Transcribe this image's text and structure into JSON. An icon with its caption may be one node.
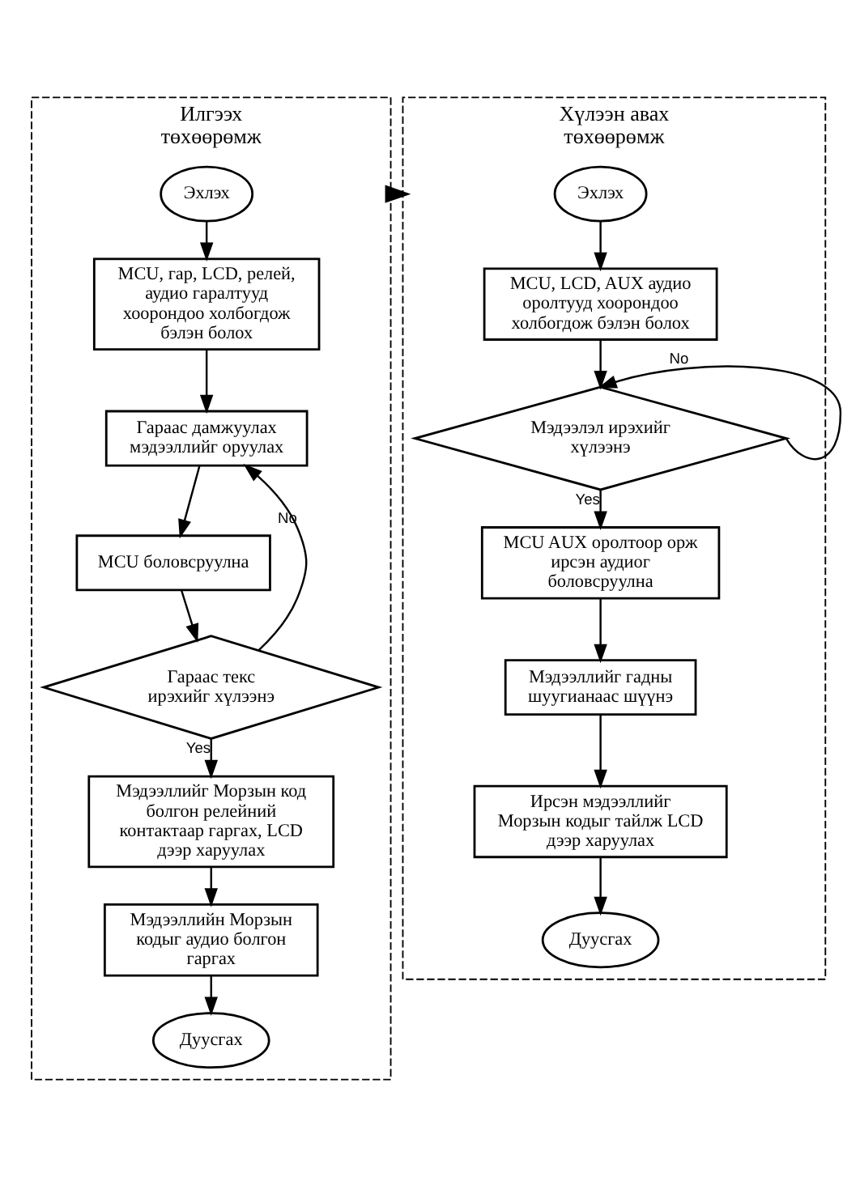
{
  "diagram": {
    "nodes": [
      {
        "text": [
          "Илгээх төхөөрөмж"
        ]
      },
      {
        "text": [
          "Эхлэх"
        ],
        "in": 0
      },
      {
        "text": [
          "MCU, гар, LCD, релей, аудио гаралтууд хоорондоо холбогдож бэлэн болох"
        ],
        "in": 0
      },
      {
        "text": [
          "Гараас дамжуулах мэдээллийг оруулах"
        ],
        "in": 0
      },
      {
        "text": [
          "MCU боловсруулна"
        ],
        "in": 0
      },
      {
        "text": [
          "Гараас текс ирэхийг хүлээнэ"
        ],
        "in": 0
      },
      {
        "text": [
          "Мэдээллийг Морзын код болгон релейний контактаар гаргах, LCD дээр харуулах"
        ],
        "in": 0
      },
      {
        "text": [
          "Мэдээллийн Морзын кодыг аудио болгон гаргах"
        ],
        "in": 0
      },
      {
        "text": [
          "Дуусгах"
        ],
        "in": 0
      },
      {
        "text": [
          "Хүлээн авах төхөөрөмж"
        ]
      },
      {
        "text": [
          "Эхлэх"
        ],
        "in": 9
      },
      {
        "text": [
          "MCU, LCD, AUX аудио оролтууд хоорондоо холбогдож бэлэн болох"
        ],
        "in": 9
      },
      {
        "text": [
          "Мэдээлэл ирэхийг хүлээнэ"
        ],
        "in": 9
      },
      {
        "text": [
          "MCU AUX оролтоор орж ирсэн аудиог боловсруулна"
        ],
        "in": 9
      },
      {
        "text": [
          "Мэдээллийг гадны шуугианаас шүүнэ"
        ],
        "in": 9
      },
      {
        "text": [
          "Ирсэн мэдээллийг Морзын кодыг тайлж LCD дээр харуулах"
        ],
        "in": 9
      },
      {
        "text": [
          "Дуусгах"
        ],
        "in": 9
      }
    ],
    "edges": [
      {
        "from": 1,
        "to": 2,
        "arrow": "to"
      },
      {
        "from": 2,
        "to": 3,
        "arrow": "to"
      },
      {
        "from": 3,
        "to": 4,
        "arrow": "to"
      },
      {
        "from": 4,
        "to": 5,
        "arrow": "to"
      },
      {
        "from": 5,
        "to": 3,
        "arrow": "to",
        "label": "No"
      },
      {
        "from": 5,
        "to": 6,
        "arrow": "to",
        "label": "Yes"
      },
      {
        "from": 6,
        "to": 7,
        "arrow": "to"
      },
      {
        "from": 7,
        "to": 8,
        "arrow": "to"
      },
      {
        "from": 0,
        "to": 9,
        "arrow": "to",
        "style": "thick"
      },
      {
        "from": 10,
        "to": 11,
        "arrow": "to"
      },
      {
        "from": 11,
        "to": 12,
        "arrow": "to"
      },
      {
        "from": 12,
        "to": 12,
        "arrow": "to",
        "label": "No"
      },
      {
        "from": 12,
        "to": 13,
        "arrow": "to",
        "label": "Yes"
      },
      {
        "from": 13,
        "to": 14,
        "arrow": "to"
      },
      {
        "from": 14,
        "to": 15,
        "arrow": "to"
      },
      {
        "from": 15,
        "to": 16,
        "arrow": "to"
      }
    ]
  }
}
